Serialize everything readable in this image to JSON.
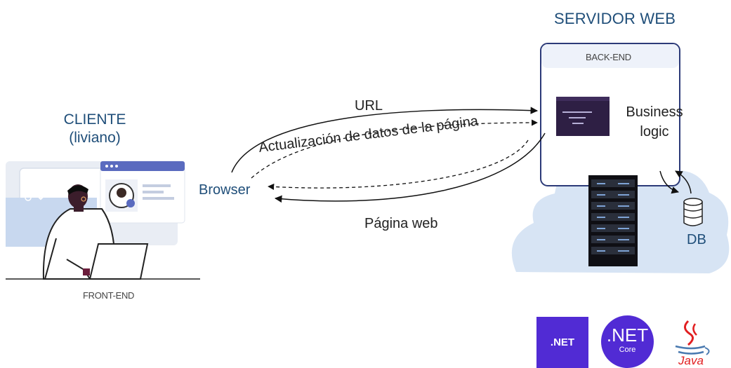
{
  "client": {
    "title_line1": "CLIENTE",
    "title_line2": "(liviano)",
    "frontend_label": "FRONT-END",
    "browser_label": "Browser"
  },
  "server": {
    "title": "SERVIDOR WEB",
    "backend_label": "BACK-END",
    "business_line1": "Business",
    "business_line2": "logic",
    "db_label": "DB"
  },
  "flows": {
    "request": "URL",
    "update": "Actualización de datos de la página",
    "response": "Página web"
  },
  "logos": {
    "dotnet": ".NET",
    "dotnet_core_main": ".NET",
    "dotnet_core_sub": "Core",
    "java": "Java"
  },
  "colors": {
    "title_blue": "#1f4e79",
    "cloud": "#d7e4f4",
    "backend_border": "#2c3a78",
    "dotnet_purple": "#512bd4",
    "java_red": "#e11f21",
    "java_blue": "#4a7ab0"
  }
}
